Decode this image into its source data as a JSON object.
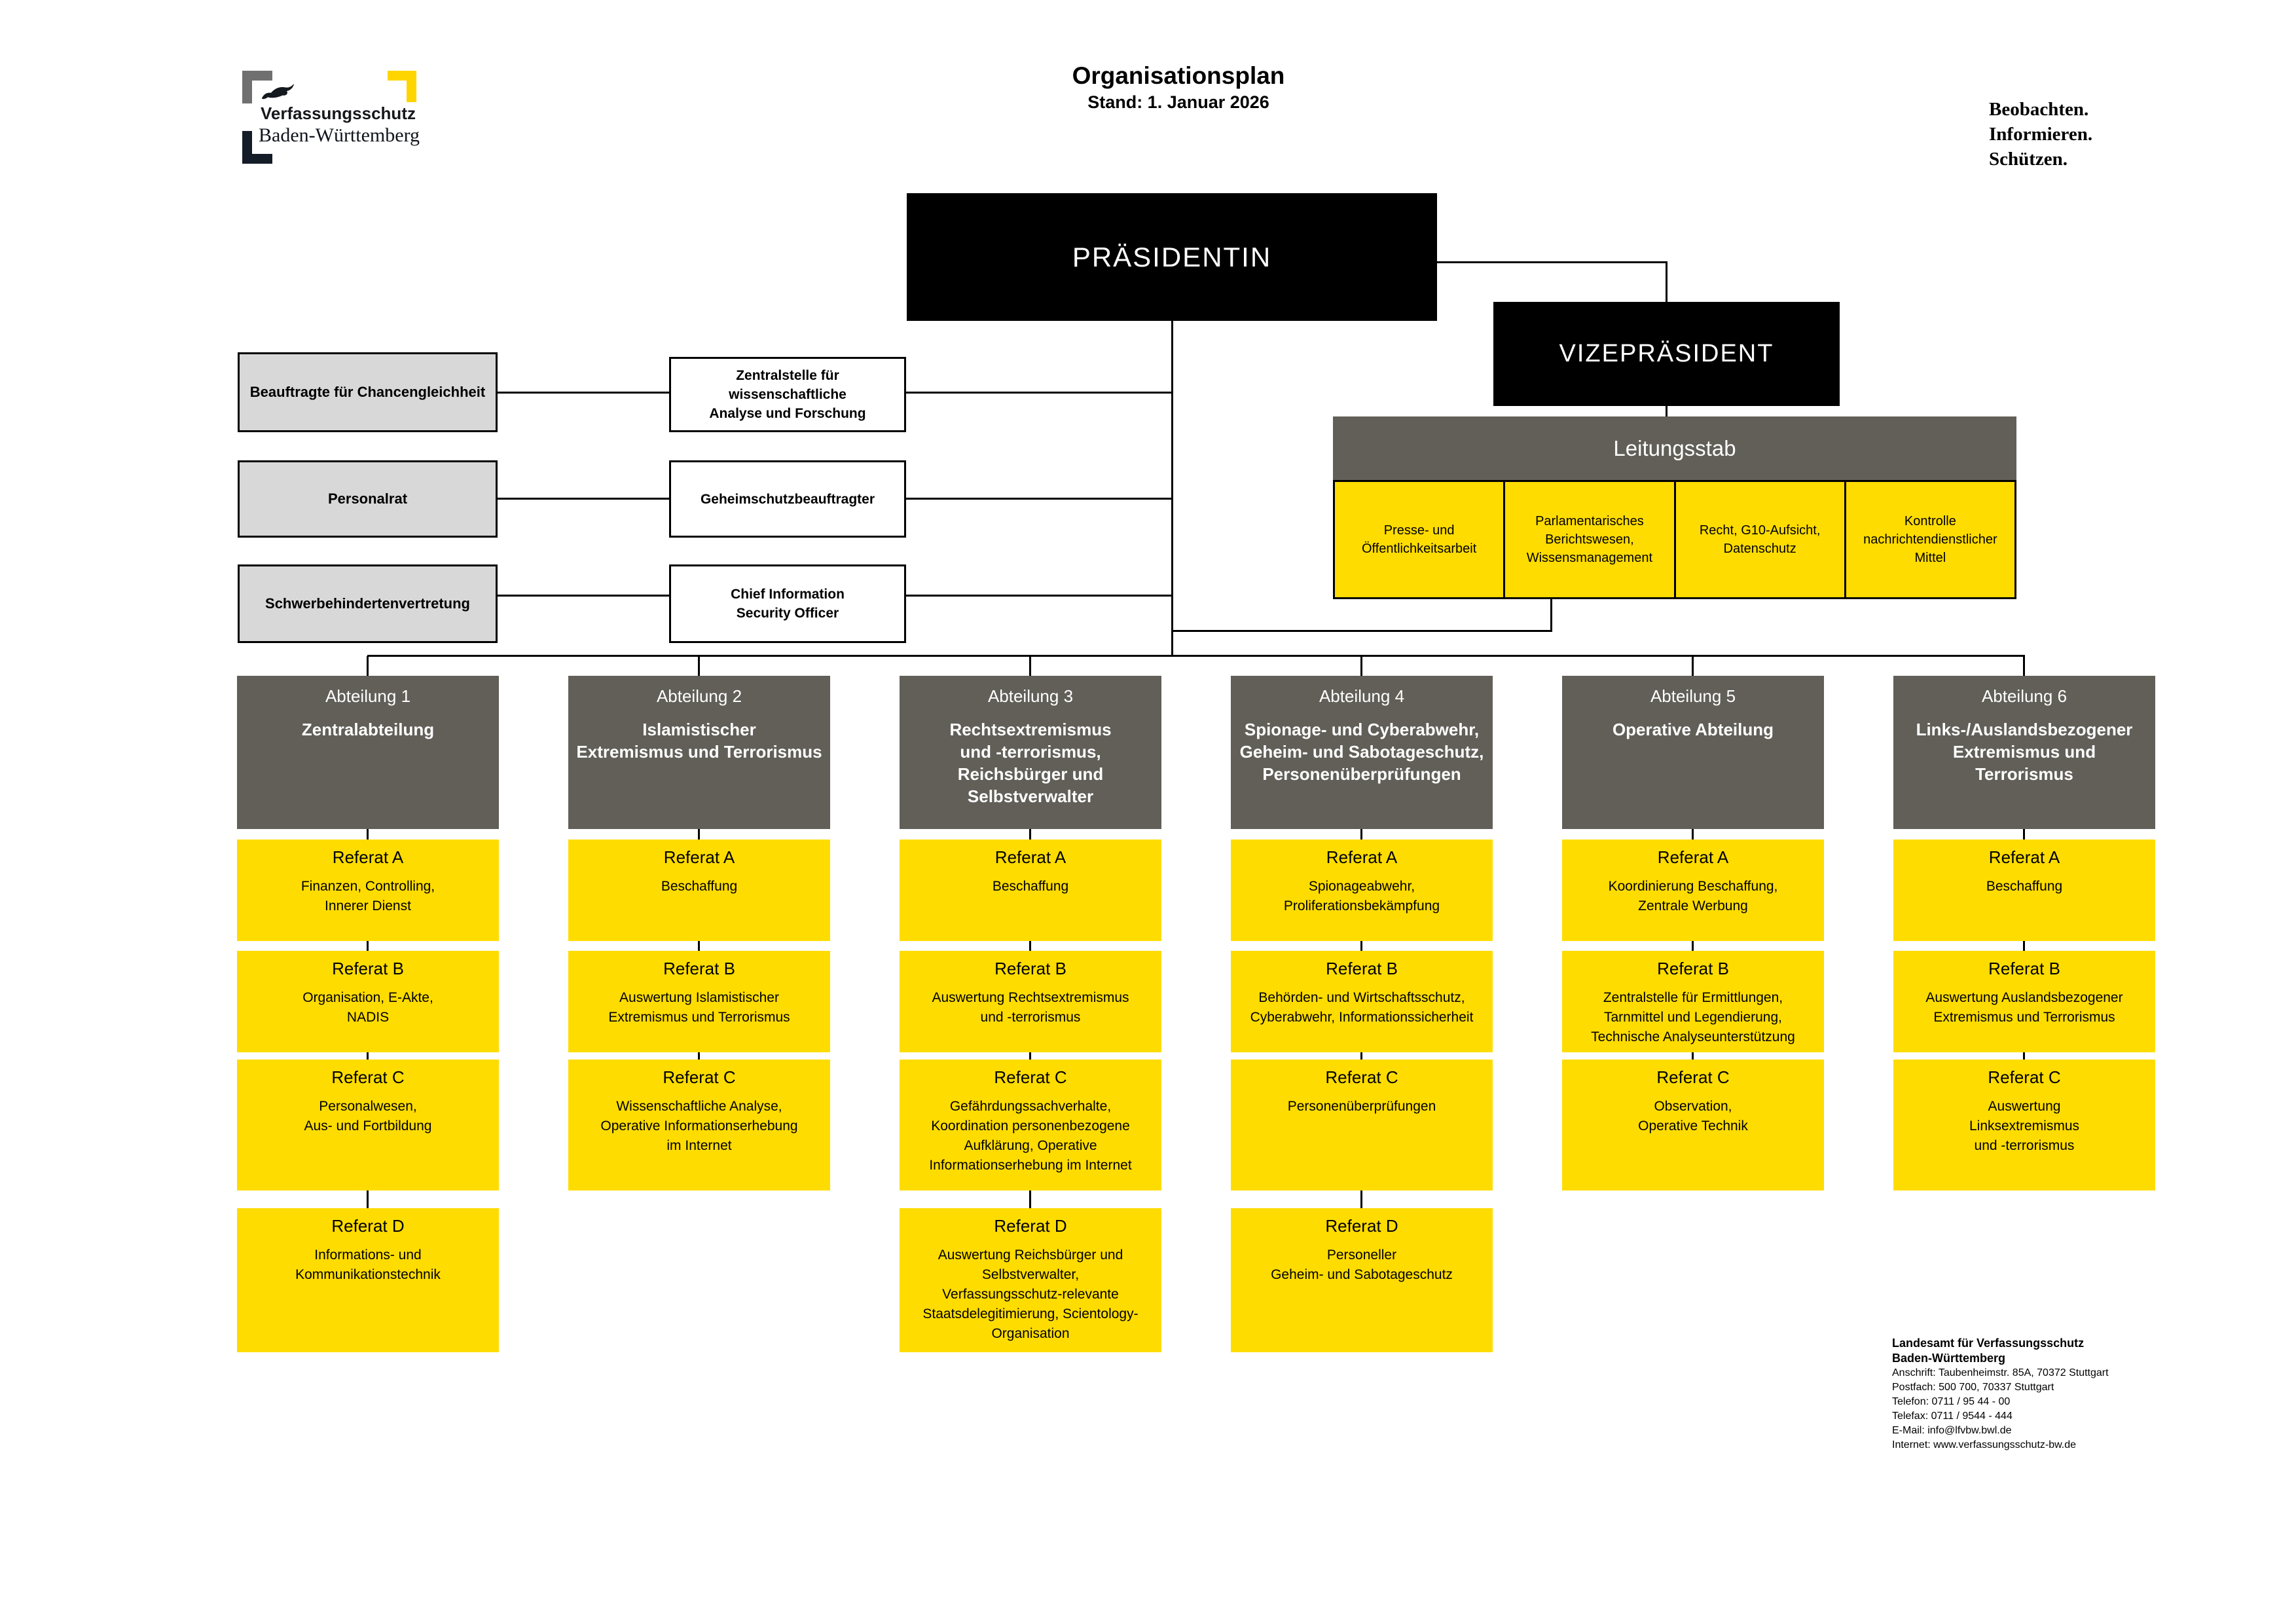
{
  "header": {
    "title": "Organisationsplan",
    "subtitle": "Stand: 1. Januar 2026",
    "motto_lines": [
      "Beobachten.",
      "Informieren.",
      "Schützen."
    ],
    "logo": {
      "line1": "Verfassungsschutz",
      "line2": "Baden-Württemberg",
      "lion_icon": "lion-icon"
    }
  },
  "colors": {
    "yellow": "#FFDC00",
    "dark_gray": "#615F58",
    "light_gray": "#D8D8D8",
    "black": "#000000",
    "logo_yellow": "#FFD500",
    "logo_gray": "#707070",
    "logo_navy": "#141C28"
  },
  "leadership": {
    "president": "PRÄSIDENTIN",
    "vice_president": "VIZEPRÄSIDENT",
    "staff": {
      "title": "Leitungsstab",
      "units": [
        "Presse- und\nÖffentlichkeitsarbeit",
        "Parlamentarisches\nBerichtswesen,\nWissensmanagement",
        "Recht, G10-Aufsicht,\nDatenschutz",
        "Kontrolle\nnachrichtendienstlicher Mittel"
      ]
    }
  },
  "representatives": [
    "Beauftragte für Chancengleichheit",
    "Personalrat",
    "Schwerbehindertenvertretung"
  ],
  "staff_units": [
    "Zentralstelle für wissenschaftliche\nAnalyse und Forschung",
    "Geheimschutzbeauftragter",
    "Chief Information\nSecurity Officer"
  ],
  "departments": [
    {
      "number": "Abteilung 1",
      "name": "Zentralabteilung",
      "referate": [
        {
          "title": "Referat A",
          "desc": "Finanzen, Controlling,\nInnerer Dienst"
        },
        {
          "title": "Referat B",
          "desc": "Organisation, E-Akte,\nNADIS"
        },
        {
          "title": "Referat C",
          "desc": "Personalwesen,\nAus- und Fortbildung"
        },
        {
          "title": "Referat D",
          "desc": "Informations- und\nKommunikationstechnik"
        }
      ]
    },
    {
      "number": "Abteilung 2",
      "name": "Islamistischer\nExtremismus und Terrorismus",
      "referate": [
        {
          "title": "Referat A",
          "desc": "Beschaffung"
        },
        {
          "title": "Referat B",
          "desc": "Auswertung Islamistischer\nExtremismus und Terrorismus"
        },
        {
          "title": "Referat C",
          "desc": "Wissenschaftliche Analyse,\nOperative Informationserhebung\nim Internet"
        }
      ]
    },
    {
      "number": "Abteilung 3",
      "name": "Rechtsextremismus\nund -terrorismus,\nReichsbürger und\nSelbstverwalter",
      "referate": [
        {
          "title": "Referat A",
          "desc": "Beschaffung"
        },
        {
          "title": "Referat B",
          "desc": "Auswertung Rechtsextremismus\nund -terrorismus"
        },
        {
          "title": "Referat C",
          "desc": "Gefährdungssachverhalte,\nKoordination personenbezogene\nAufklärung, Operative\nInformationserhebung im Internet"
        },
        {
          "title": "Referat D",
          "desc": "Auswertung Reichsbürger und\nSelbstverwalter,\nVerfassungsschutz-relevante\nStaatsdelegitimierung, Scientology-\nOrganisation"
        }
      ]
    },
    {
      "number": "Abteilung 4",
      "name": "Spionage- und Cyberabwehr,\nGeheim- und Sabotageschutz,\nPersonenüberprüfungen",
      "referate": [
        {
          "title": "Referat A",
          "desc": "Spionageabwehr,\nProliferationsbekämpfung"
        },
        {
          "title": "Referat B",
          "desc": "Behörden- und Wirtschaftsschutz,\nCyberabwehr, Informationssicherheit"
        },
        {
          "title": "Referat C",
          "desc": "Personenüberprüfungen"
        },
        {
          "title": "Referat D",
          "desc": "Personeller\nGeheim- und Sabotageschutz"
        }
      ]
    },
    {
      "number": "Abteilung 5",
      "name": "Operative Abteilung",
      "referate": [
        {
          "title": "Referat A",
          "desc": "Koordinierung Beschaffung,\nZentrale Werbung"
        },
        {
          "title": "Referat B",
          "desc": "Zentralstelle für Ermittlungen,\nTarnmittel und Legendierung,\nTechnische Analyseunterstützung"
        },
        {
          "title": "Referat C",
          "desc": "Observation,\nOperative Technik"
        }
      ]
    },
    {
      "number": "Abteilung 6",
      "name": "Links-/Auslandsbezogener\nExtremismus und\nTerrorismus",
      "referate": [
        {
          "title": "Referat A",
          "desc": "Beschaffung"
        },
        {
          "title": "Referat B",
          "desc": "Auswertung Auslandsbezogener\nExtremismus und Terrorismus"
        },
        {
          "title": "Referat C",
          "desc": "Auswertung\nLinksextremismus\nund -terrorismus"
        }
      ]
    }
  ],
  "contact": {
    "head1": "Landesamt für Verfassungsschutz",
    "head2": "Baden-Württemberg",
    "lines": [
      "Anschrift: Taubenheimstr. 85A, 70372 Stuttgart",
      "Postfach: 500 700, 70337 Stuttgart",
      "Telefon: 0711 / 95 44 - 00",
      "Telefax: 0711 / 9544 - 444",
      "E-Mail: info@lfvbw.bwl.de",
      "Internet: www.verfassungsschutz-bw.de"
    ]
  }
}
